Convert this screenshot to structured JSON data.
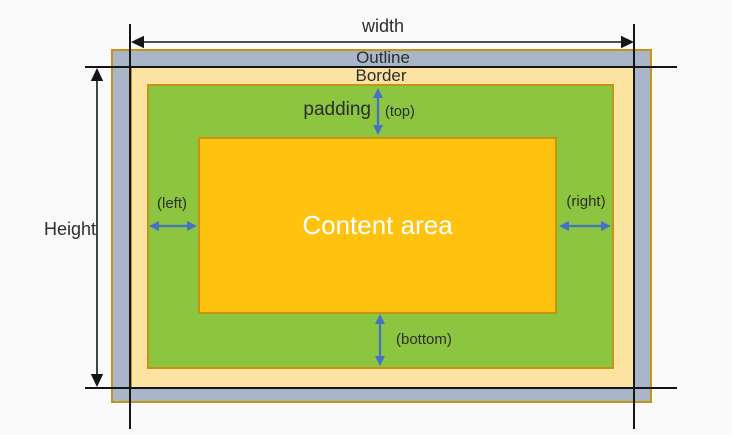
{
  "diagram": {
    "title": "CSS box model diagram",
    "labels": {
      "width": "width",
      "height": "Height",
      "outline": "Outline",
      "border": "Border",
      "padding": "padding",
      "padding_top": "(top)",
      "padding_left": "(left)",
      "padding_right": "(right)",
      "padding_bottom": "(bottom)",
      "content": "Content area"
    },
    "arrows": {
      "width": "double-headed-horizontal-dimension-arrow",
      "height": "double-headed-vertical-dimension-arrow",
      "padding_top": "blue-double-headed-vertical-arrow",
      "padding_bottom": "blue-double-headed-vertical-arrow",
      "padding_left": "blue-double-headed-horizontal-arrow",
      "padding_right": "blue-double-headed-horizontal-arrow"
    },
    "colors": {
      "background": "#fafafa",
      "outline_fill": "#a9b6c9",
      "border_fill": "#fce3a2",
      "padding_fill": "#8cc540",
      "content_fill": "#ffc20e",
      "edge_stroke": "#c69312",
      "arrow_blue": "#4472c4",
      "guide_black": "#151515",
      "text_dark": "#2d2d2d",
      "text_light": "#ffffff"
    }
  }
}
